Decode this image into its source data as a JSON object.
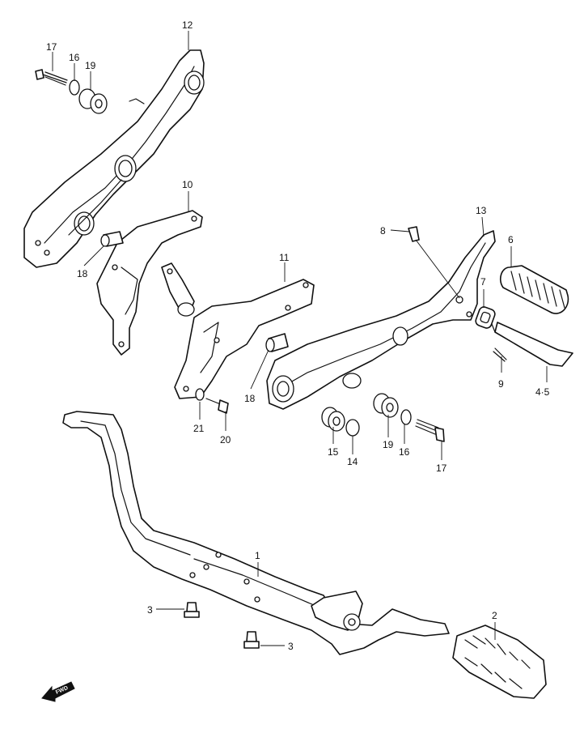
{
  "callouts": {
    "c1": "1",
    "c2": "2",
    "c3a": "3",
    "c3b": "3",
    "c4_5": "4·5",
    "c6": "6",
    "c7": "7",
    "c8": "8",
    "c9": "9",
    "c10": "10",
    "c11": "11",
    "c12": "12",
    "c13": "13",
    "c14": "14",
    "c15": "15",
    "c16a": "16",
    "c16b": "16",
    "c17a": "17",
    "c17b": "17",
    "c18a": "18",
    "c18b": "18",
    "c19a": "19",
    "c19b": "19",
    "c20": "20",
    "c21": "21"
  },
  "fwd_indicator": {
    "label": "FWD",
    "icon": "forward-arrow-icon"
  }
}
